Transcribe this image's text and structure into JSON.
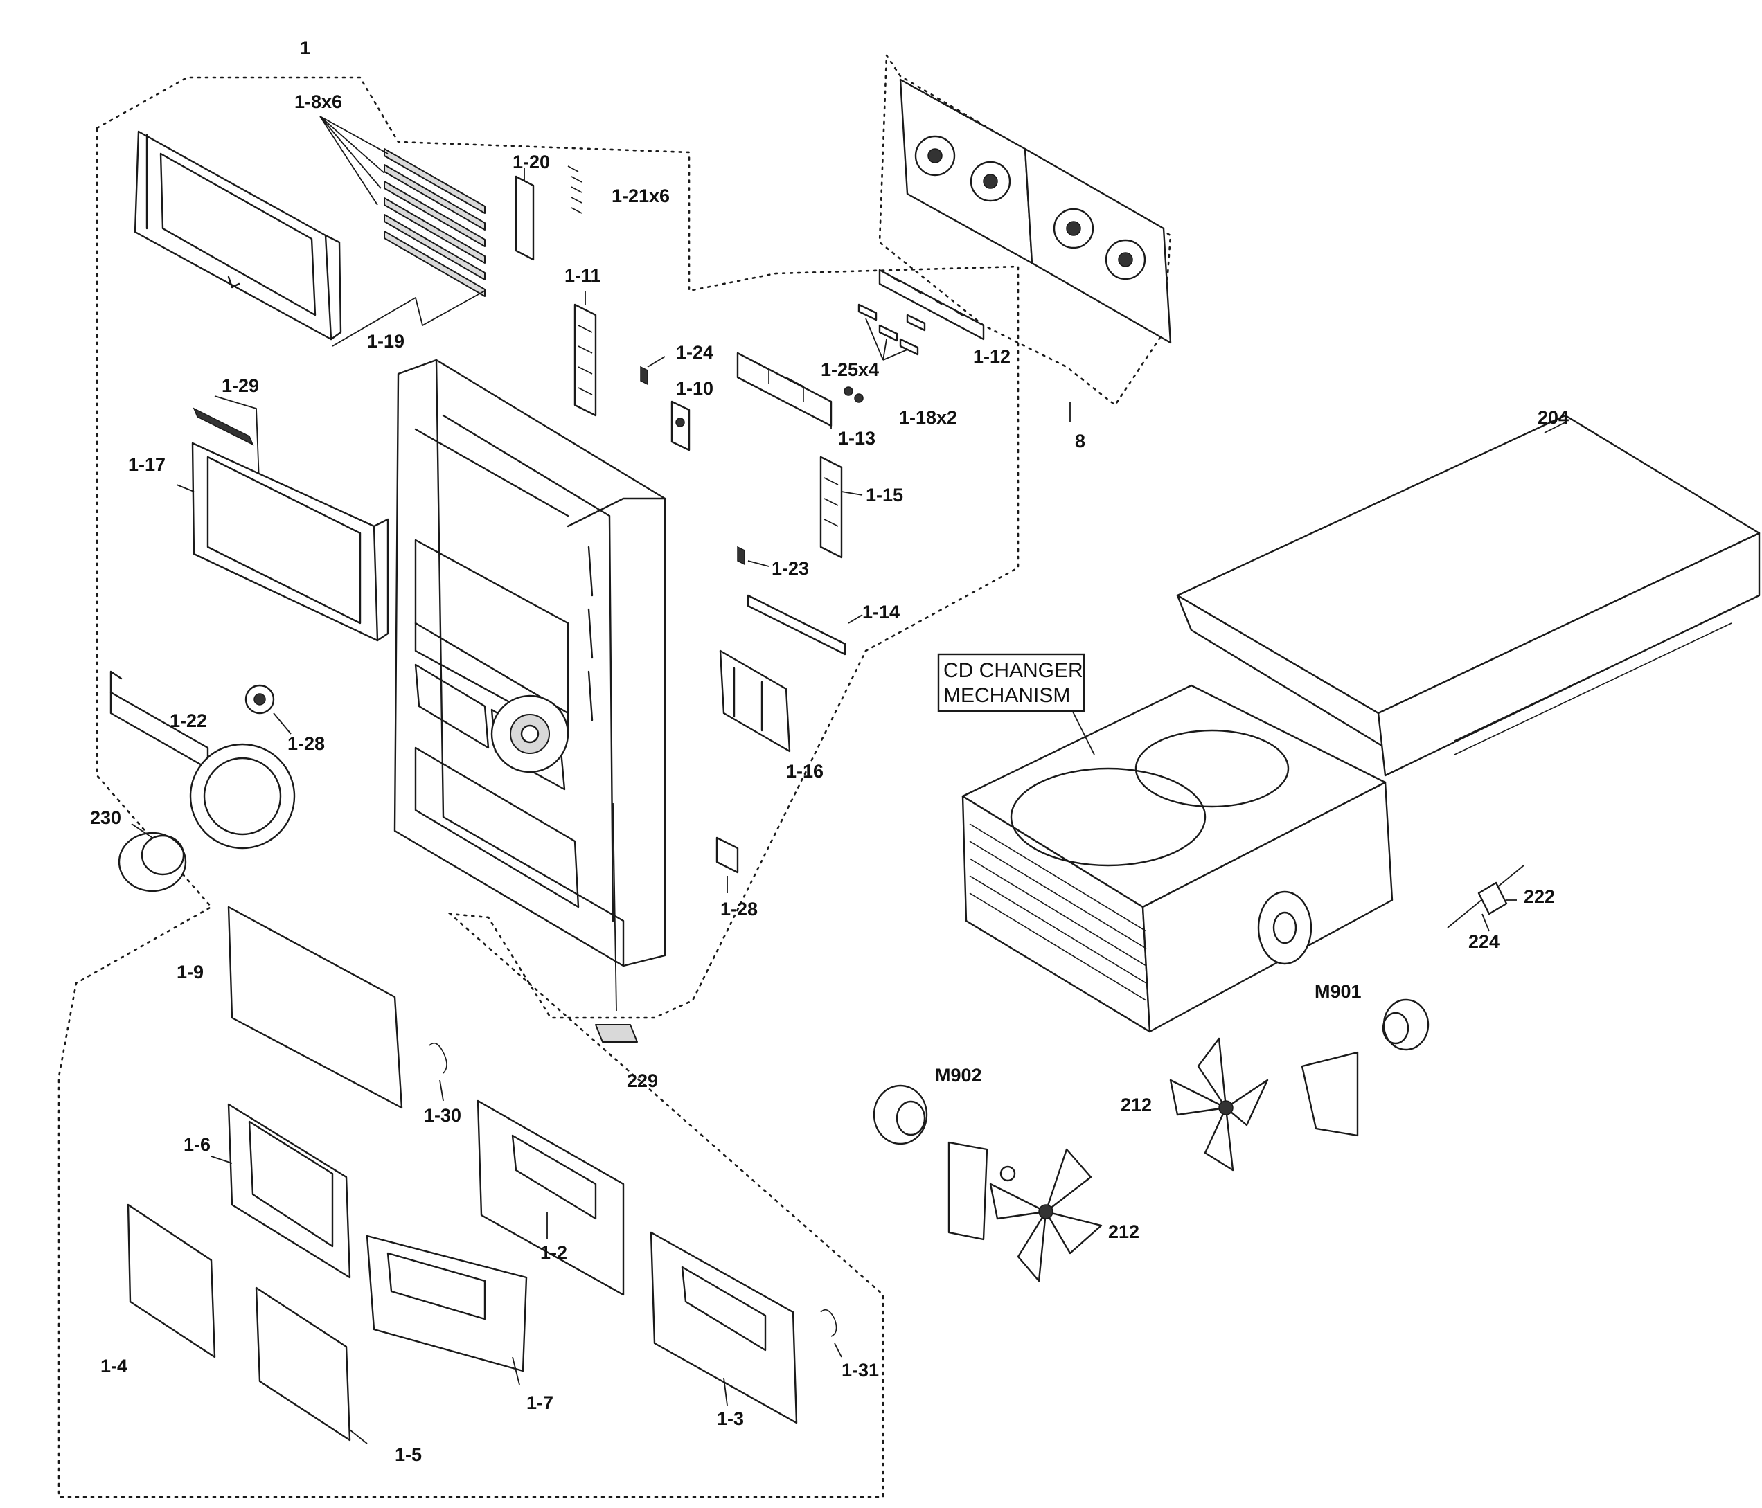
{
  "callout": {
    "line1": "CD CHANGER",
    "line2": "MECHANISM"
  },
  "labels": {
    "p1": "1",
    "p1_8x6": "1-8x6",
    "p1_20": "1-20",
    "p1_21x6": "1-21x6",
    "p1_19": "1-19",
    "p1_11": "1-11",
    "p1_24": "1-24",
    "p1_10": "1-10",
    "p1_25x4": "1-25x4",
    "p1_12": "1-12",
    "p1_18x2": "1-18x2",
    "p1_13": "1-13",
    "p8": "8",
    "p204": "204",
    "p1_29": "1-29",
    "p1_17": "1-17",
    "p1_15": "1-15",
    "p1_23": "1-23",
    "p1_14": "1-14",
    "p1_22": "1-22",
    "p1_28a": "1-28",
    "p1_16": "1-16",
    "p230": "230",
    "p1_28b": "1-28",
    "p222": "222",
    "p224": "224",
    "p1_9": "1-9",
    "pM901": "M901",
    "pM902": "M902",
    "p229": "229",
    "p212a": "212",
    "p1_30": "1-30",
    "p1_6": "1-6",
    "p212b": "212",
    "p1_2": "1-2",
    "p1_4": "1-4",
    "p1_7": "1-7",
    "p1_3": "1-3",
    "p1_31": "1-31",
    "p1_5": "1-5"
  }
}
